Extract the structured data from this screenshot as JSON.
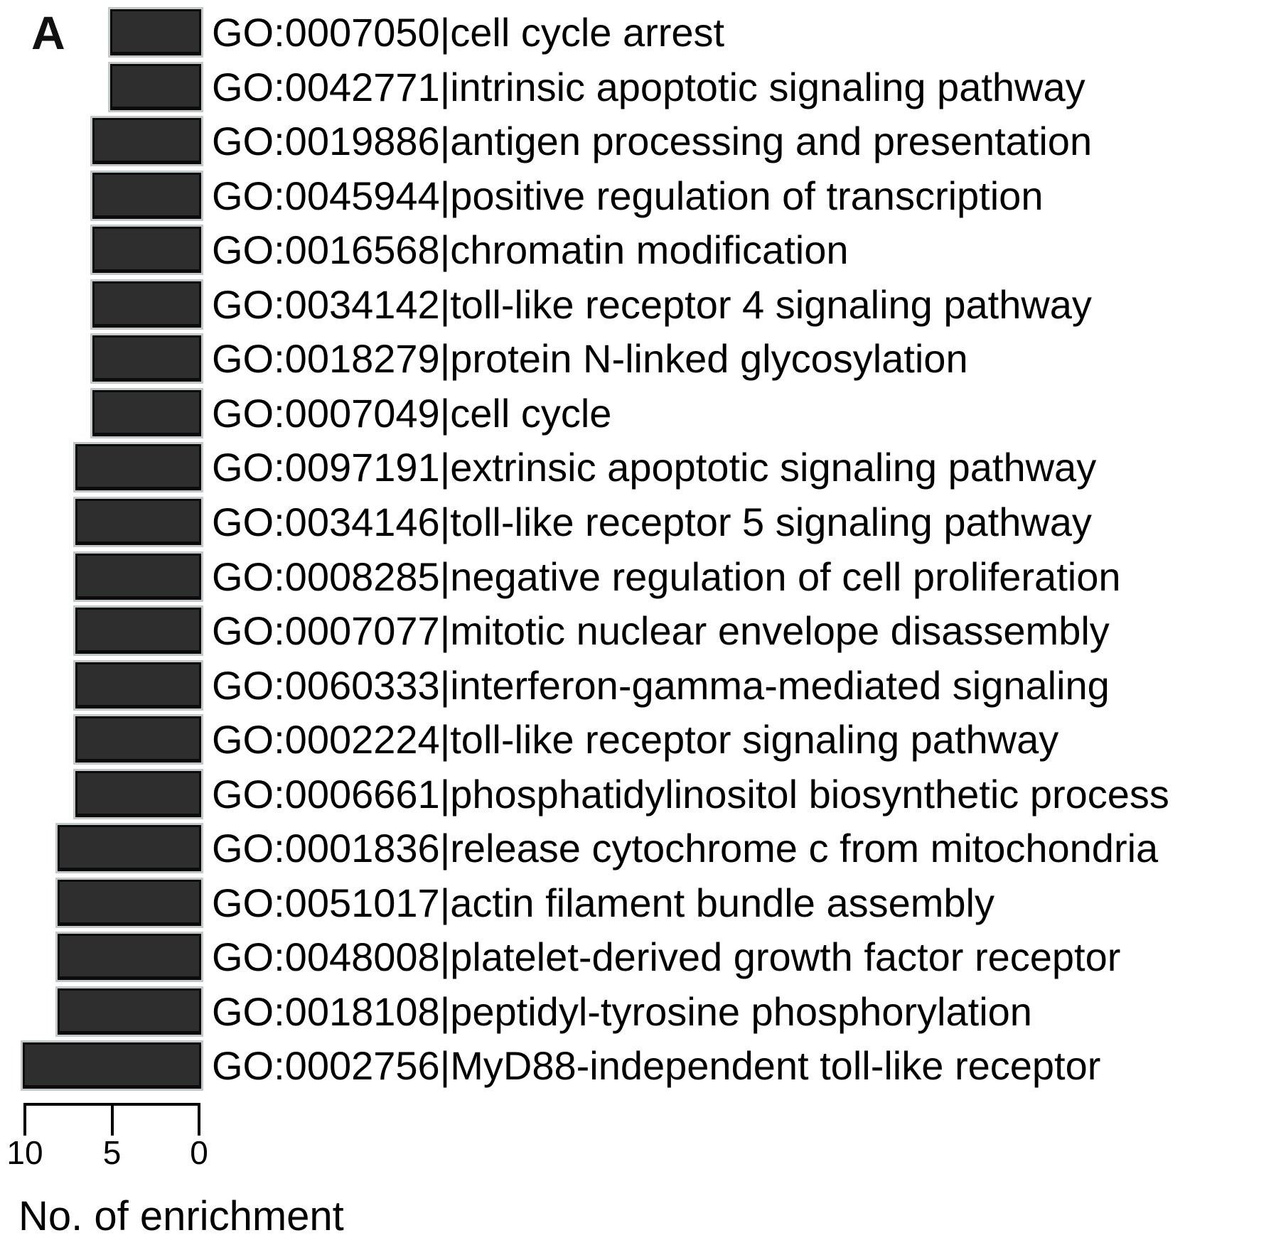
{
  "panel_label": "A",
  "chart_data": {
    "type": "bar",
    "orientation": "horizontal",
    "value_axis_direction": "right-to-left, zero at right",
    "title": "",
    "xlabel": "No. of enrichment",
    "ylabel": "",
    "xlim": [
      0,
      10
    ],
    "x_ticks": [
      10,
      5,
      0
    ],
    "grid": false,
    "legend": false,
    "bar_color": "#2e2e2e",
    "bar_border_color": "#0b0b0b",
    "bar_halo_color": "#c5c8c8",
    "categories": [
      "GO:0007050|cell cycle arrest",
      "GO:0042771|intrinsic apoptotic signaling pathway",
      "GO:0019886|antigen processing and presentation",
      "GO:0045944|positive regulation of transcription",
      "GO:0016568|chromatin modification",
      "GO:0034142|toll-like receptor 4 signaling pathway",
      "GO:0018279|protein N-linked glycosylation",
      "GO:0007049|cell cycle",
      "GO:0097191|extrinsic apoptotic signaling pathway",
      "GO:0034146|toll-like receptor 5 signaling pathway",
      "GO:0008285|negative regulation of cell proliferation",
      "GO:0007077|mitotic nuclear envelope disassembly",
      "GO:0060333|interferon-gamma-mediated signaling",
      "GO:0002224|toll-like receptor signaling pathway",
      "GO:0006661|phosphatidylinositol biosynthetic process",
      "GO:0001836|release cytochrome c from mitochondria",
      "GO:0051017|actin filament bundle assembly",
      "GO:0048008|platelet-derived growth factor receptor",
      "GO:0018108|peptidyl-tyrosine phosphorylation",
      "GO:0002756|MyD88-independent toll-like receptor"
    ],
    "values": [
      5,
      5,
      6,
      6,
      6,
      6,
      6,
      6,
      7,
      7,
      7,
      7,
      7,
      7,
      7,
      8,
      8,
      8,
      8,
      10
    ]
  }
}
